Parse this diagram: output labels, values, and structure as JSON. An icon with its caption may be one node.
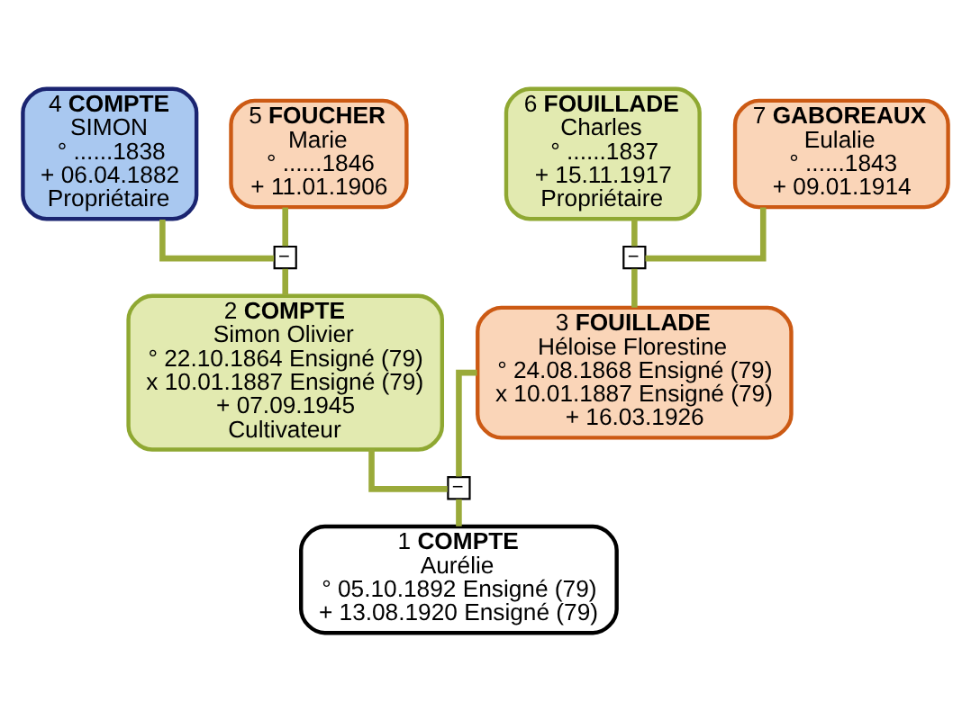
{
  "diagram": {
    "nodes": [
      {
        "text": [
          "4 **COMPTE**",
          "SIMON",
          "° ......1838",
          "+ 06.04.1882",
          "Propriétaire"
        ]
      },
      {
        "text": [
          "5 **FOUCHER**",
          "Marie",
          "° ......1846",
          "+ 11.01.1906"
        ]
      },
      {
        "text": [
          "6 **FOUILLADE**",
          "Charles",
          "° ......1837",
          "+ 15.11.1917",
          "Propriétaire"
        ]
      },
      {
        "text": [
          "7 **GABOREAUX**",
          "Eulalie",
          "° ......1843",
          "+ 09.01.1914"
        ]
      },
      {
        "text": [
          "−"
        ]
      },
      {
        "text": [
          "−"
        ]
      },
      {
        "text": [
          "2 **COMPTE**",
          "Simon Olivier",
          "° 22.10.1864 Ensigné (79)",
          "x 10.01.1887 Ensigné (79)",
          "+ 07.09.1945",
          "Cultivateur"
        ]
      },
      {
        "text": [
          "3 **FOUILLADE**",
          "Héloise Florestine",
          "° 24.08.1868 Ensigné (79)",
          "x 10.01.1887 Ensigné (79)",
          "+ 16.03.1926"
        ]
      },
      {
        "text": [
          "−"
        ]
      },
      {
        "text": [
          "1 **COMPTE**",
          "Aurélie",
          "° 05.10.1892 Ensigné (79)",
          "+ 13.08.1920 Ensigné (79)"
        ]
      }
    ],
    "edges": [
      {
        "from": 0,
        "to": 4,
        "arrow": "none"
      },
      {
        "from": 1,
        "to": 4,
        "arrow": "none"
      },
      {
        "from": 2,
        "to": 5,
        "arrow": "none"
      },
      {
        "from": 3,
        "to": 5,
        "arrow": "none"
      },
      {
        "from": 4,
        "to": 6,
        "arrow": "none"
      },
      {
        "from": 5,
        "to": 7,
        "arrow": "none"
      },
      {
        "from": 6,
        "to": 8,
        "arrow": "none"
      },
      {
        "from": 7,
        "to": 8,
        "arrow": "none"
      },
      {
        "from": 8,
        "to": 9,
        "arrow": "none"
      }
    ]
  }
}
